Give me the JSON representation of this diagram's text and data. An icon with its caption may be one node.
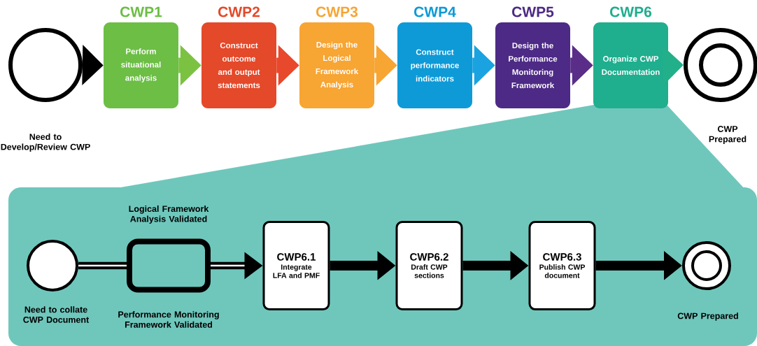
{
  "diagram": {
    "nodes": [
      {
        "text": [],
        "shape": "circle",
        "beside": [
          "Need to Develop/Review CWP"
        ]
      },
      {
        "text": [
          "CWP1",
          "Perform situational analysis"
        ]
      },
      {
        "text": [
          "CWP2",
          "Construct outcome and output statements"
        ]
      },
      {
        "text": [
          "CWP3",
          "Design the Logical Framework Analysis"
        ]
      },
      {
        "text": [
          "CWP4",
          "Construct performance indicators"
        ]
      },
      {
        "text": [
          "CWP5",
          "Design the Performance Monitoring Framework"
        ]
      },
      {
        "text": [
          "CWP6",
          "Organize CWP Documentation"
        ]
      },
      {
        "text": [],
        "shape": "ring",
        "beside": [
          "CWP Prepared"
        ]
      },
      {
        "text": [],
        "shape": "circle",
        "beside": [
          "Need to collate CWP Document"
        ]
      },
      {
        "text": [],
        "shape": "box",
        "beside": [
          "Logical Framework Analysis Validated",
          "Performance Monitoring Framework Validated"
        ]
      },
      {
        "text": [
          "CWP6.1",
          "Integrate LFA and PMF"
        ]
      },
      {
        "text": [
          "CWP6.2",
          "Draft CWP sections"
        ]
      },
      {
        "text": [
          "CWP6.3",
          "Publish CWP document"
        ]
      },
      {
        "text": [],
        "shape": "ring",
        "beside": [
          "CWP Prepared"
        ]
      }
    ],
    "edges": [
      {
        "from": 0,
        "to": 1,
        "arrow": "to"
      },
      {
        "from": 1,
        "to": 2,
        "arrow": "to",
        "color": "#7cc242"
      },
      {
        "from": 2,
        "to": 3,
        "arrow": "to",
        "color": "#e8482c"
      },
      {
        "from": 3,
        "to": 4,
        "arrow": "to",
        "color": "#f7a533"
      },
      {
        "from": 4,
        "to": 5,
        "arrow": "to",
        "color": "#1aa3e0"
      },
      {
        "from": 5,
        "to": 6,
        "arrow": "to",
        "color": "#5a2d88"
      },
      {
        "from": 6,
        "to": 7,
        "arrow": "to",
        "color": "#22b08a"
      },
      {
        "from": 8,
        "to": 9,
        "arrow": "none"
      },
      {
        "from": 9,
        "to": 10,
        "arrow": "to"
      },
      {
        "from": 10,
        "to": 11,
        "arrow": "to"
      },
      {
        "from": 11,
        "to": 12,
        "arrow": "to"
      },
      {
        "from": 12,
        "to": 13,
        "arrow": "to"
      }
    ]
  }
}
